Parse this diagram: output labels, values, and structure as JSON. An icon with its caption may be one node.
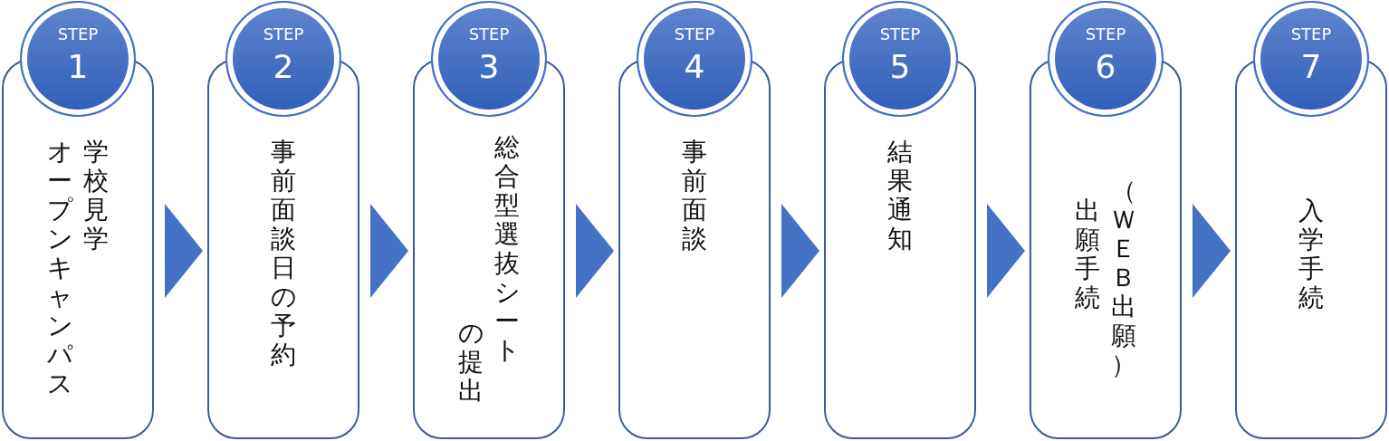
{
  "diagram": {
    "nodes": [
      {
        "text": [
          "STEP",
          "1"
        ]
      },
      {
        "text": [
          "オープンキャンパス",
          "学校見学"
        ]
      },
      {
        "text": [
          "STEP",
          "2"
        ]
      },
      {
        "text": [
          "事前面談日の予約"
        ]
      },
      {
        "text": [
          "STEP",
          "3"
        ]
      },
      {
        "text": [
          "総合型選抜シート",
          "の提出"
        ]
      },
      {
        "text": [
          "STEP",
          "4"
        ]
      },
      {
        "text": [
          "事前面談"
        ]
      },
      {
        "text": [
          "STEP",
          "5"
        ]
      },
      {
        "text": [
          "結果通知"
        ]
      },
      {
        "text": [
          "STEP",
          "6"
        ]
      },
      {
        "text": [
          "出願手続",
          "（ＷＥＢ出願）"
        ]
      },
      {
        "text": [
          "STEP",
          "7"
        ]
      },
      {
        "text": [
          "入学手続"
        ]
      }
    ],
    "edges": [
      {
        "from": 1,
        "to": 3,
        "arrow": "to"
      },
      {
        "from": 3,
        "to": 5,
        "arrow": "to"
      },
      {
        "from": 5,
        "to": 7,
        "arrow": "to"
      },
      {
        "from": 7,
        "to": 9,
        "arrow": "to"
      },
      {
        "from": 9,
        "to": 11,
        "arrow": "to"
      },
      {
        "from": 11,
        "to": 13,
        "arrow": "to"
      }
    ]
  }
}
